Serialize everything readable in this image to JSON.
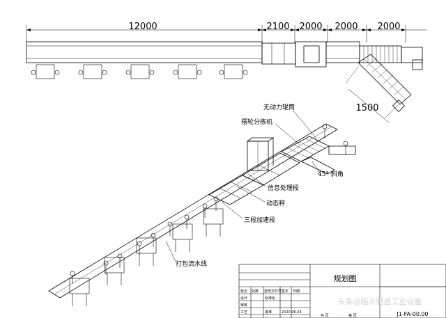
{
  "dimensions": {
    "main_length": "12000",
    "seg_a": "2100",
    "seg_b": "2000",
    "seg_c": "2000",
    "seg_d": "2000",
    "diagonal": "1500"
  },
  "callouts": {
    "unpowered_roller": "无动力辊筒",
    "swing_sorter": "摆轮分拣机",
    "angle_45": "45° 斜角",
    "info_processing": "信息处理段",
    "dynamic_scale": "动态秤",
    "three_stage_accel": "三段加速段",
    "packing_line": "打包流水线"
  },
  "title_block": {
    "title": "规划图",
    "drawing_no": "J1-FA-00.00",
    "hdr_mark": "标记",
    "hdr_count": "处数",
    "hdr_doc": "更改文件号",
    "hdr_sign": "签字",
    "hdr_date": "日期",
    "designer": "设计",
    "standardized": "标准化",
    "reviewed": "审核",
    "process": "工艺",
    "approved": "批准",
    "date_value": "2020.06.03",
    "total_pages": "共 页",
    "page_no": "第 页"
  },
  "watermark": "头条@临沂驰昌工业设备"
}
